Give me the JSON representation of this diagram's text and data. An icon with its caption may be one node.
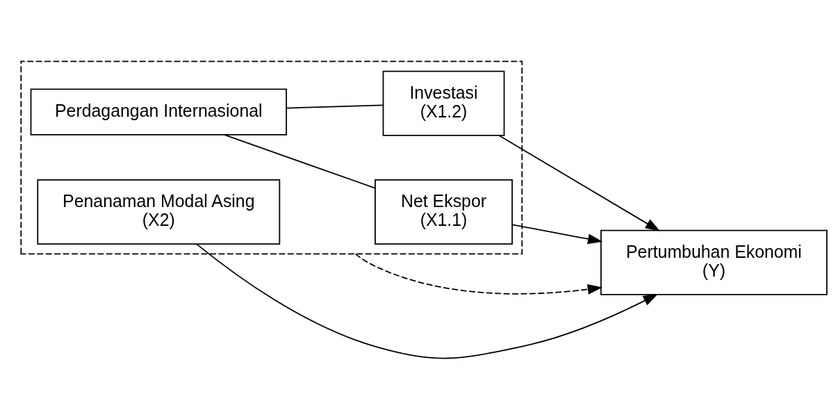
{
  "diagram": {
    "nodes": [
      {
        "text": [],
        "shape": "box"
      },
      {
        "text": [
          "Perdagangan Internasional"
        ],
        "in": 0
      },
      {
        "text": [
          "Net Ekspor",
          "(X1.1)"
        ],
        "in": 0
      },
      {
        "text": [
          "Investasi",
          "(X1.2)"
        ],
        "in": 0
      },
      {
        "text": [
          "Penanaman Modal Asing",
          "(X2)"
        ],
        "in": 0
      },
      {
        "text": [
          "Pertumbuhan Ekonomi",
          "(Y)"
        ]
      }
    ],
    "edges": [
      {
        "from": 1,
        "to": 2,
        "arrow": "none"
      },
      {
        "from": 1,
        "to": 3,
        "arrow": "none"
      },
      {
        "from": 2,
        "to": 5,
        "arrow": "to"
      },
      {
        "from": 3,
        "to": 5,
        "arrow": "to"
      },
      {
        "from": 4,
        "to": 5,
        "arrow": "to"
      },
      {
        "from": 0,
        "to": 5,
        "arrow": "to",
        "style": "dashed"
      }
    ]
  }
}
